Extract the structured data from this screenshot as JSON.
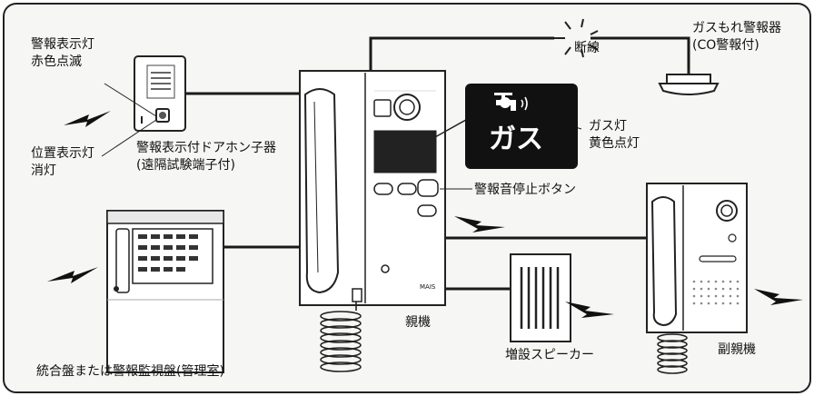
{
  "labels": {
    "alarm_lamp_line1": "警報表示灯",
    "alarm_lamp_line2": "赤色点滅",
    "position_lamp_line1": "位置表示灯",
    "position_lamp_line2": "消灯",
    "door_unit_line1": "警報表示付ドアホン子器",
    "door_unit_line2": "(遠隔試験端子付)",
    "break": "断線",
    "gas_detector_line1": "ガスもれ警報器",
    "gas_detector_line2": "(CO警報付)",
    "gas_lamp_line1": "ガス灯",
    "gas_lamp_line2": "黄色点灯",
    "stop_button": "警報音停止ボタン",
    "master_unit": "親機",
    "speaker": "増設スピーカー",
    "sub_master": "副親機",
    "panel": "統合盤または警報監視盤(管理室)"
  },
  "gas_badge_text": "ガス",
  "device_texts": {
    "maker_mark": "MAIS"
  },
  "colors": {
    "background": "#ffffff",
    "panel_bg": "#f5f5f3",
    "line": "#1a1a1a",
    "badge": "#111111"
  }
}
